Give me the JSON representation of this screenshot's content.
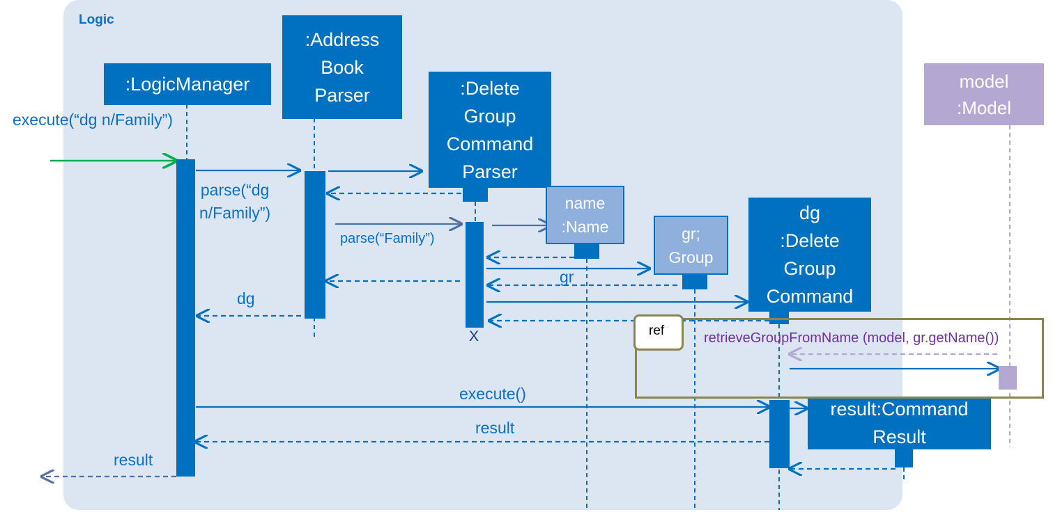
{
  "frame": {
    "label": "Logic"
  },
  "participants": {
    "logic_manager": ":LogicManager",
    "address_book_parser": ":Address\nBook\nParser",
    "delete_group_command_parser": ":Delete\nGroup\nCommand\nParser",
    "name": "name\n:Name",
    "group": "gr;\nGroup",
    "delete_group_command": "dg\n:Delete\nGroup\nCommand",
    "command_result": "result:Command\nResult",
    "model": "model\n:Model"
  },
  "messages": {
    "execute_call": "execute(“dg n/Family”)",
    "parse_call": "parse(“dg\nn/Family”)",
    "parse_family": "parse(“Family”)",
    "gr_return": "gr",
    "dg_return": "dg",
    "retrieve_group": "retrieveGroupFromName (model, gr.getName())",
    "execute": "execute()",
    "result_return": "result",
    "result_final": "result"
  },
  "fragments": {
    "ref": "ref"
  },
  "destroy_mark": "X",
  "colors": {
    "frame_bg": "#dce6f2",
    "lifeline_blue": "#0070c0",
    "model_purple": "#b4a7d1",
    "found_message_green": "#00b050",
    "ref_frame": "#8a8450",
    "purple_text": "#7030a0"
  }
}
